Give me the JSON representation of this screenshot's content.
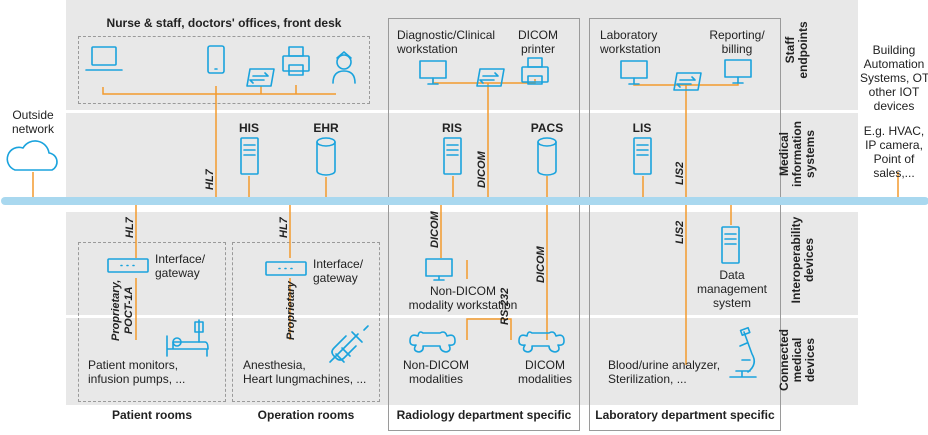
{
  "rows": {
    "staff": "Staff\nendpoints",
    "medical": "Medical\ninformation\nsystems",
    "interop": "Interoperability\ndevices",
    "connected": "Connected\nmedical\ndevices"
  },
  "outside_network": "Outside\nnetwork",
  "building": "Building\nAutomation\nSystems, OT\nother IOT\ndevices",
  "building_eg": "E.g. HVAC,\nIP camera,\nPoint of\nsales,...",
  "nurse_title": "Nurse & staff, doctors' offices, front desk",
  "diag_workstation": "Diagnostic/Clinical\nworkstation",
  "dicom_printer": "DICOM\nprinter",
  "lab_workstation": "Laboratory\nworkstation",
  "reporting": "Reporting/\nbilling",
  "his": "HIS",
  "ehr": "EHR",
  "ris": "RIS",
  "pacs": "PACS",
  "lis": "LIS",
  "protocols": {
    "hl7": "HL7",
    "dicom": "DICOM",
    "lis2": "LIS2",
    "rs232": "RS-232",
    "proprietary_poct": "Proprietary,\nPOCT-1A",
    "proprietary": "Proprietary"
  },
  "interface_gateway": "Interface/\ngateway",
  "non_dicom_ws": "Non-DICOM\nmodality workstation",
  "data_mgmt": "Data\nmanagement\nsystem",
  "patient_monitors": "Patient monitors,\ninfusion pumps, ...",
  "anesthesia": "Anesthesia,\nHeart lungmachines, ...",
  "non_dicom_mod": "Non-DICOM\nmodalities",
  "dicom_mod": "DICOM\nmodalities",
  "blood": "Blood/urine analyzer,\nSterilization, ...",
  "columns": {
    "patient": "Patient rooms",
    "operation": "Operation rooms",
    "radiology": "Radiology department specific",
    "laboratory": "Laboratory department specific"
  },
  "colors": {
    "accent": "#f39a2e",
    "icon": "#1aa3dd",
    "band": "#e8e8e8",
    "bus": "#a9d8ef"
  }
}
